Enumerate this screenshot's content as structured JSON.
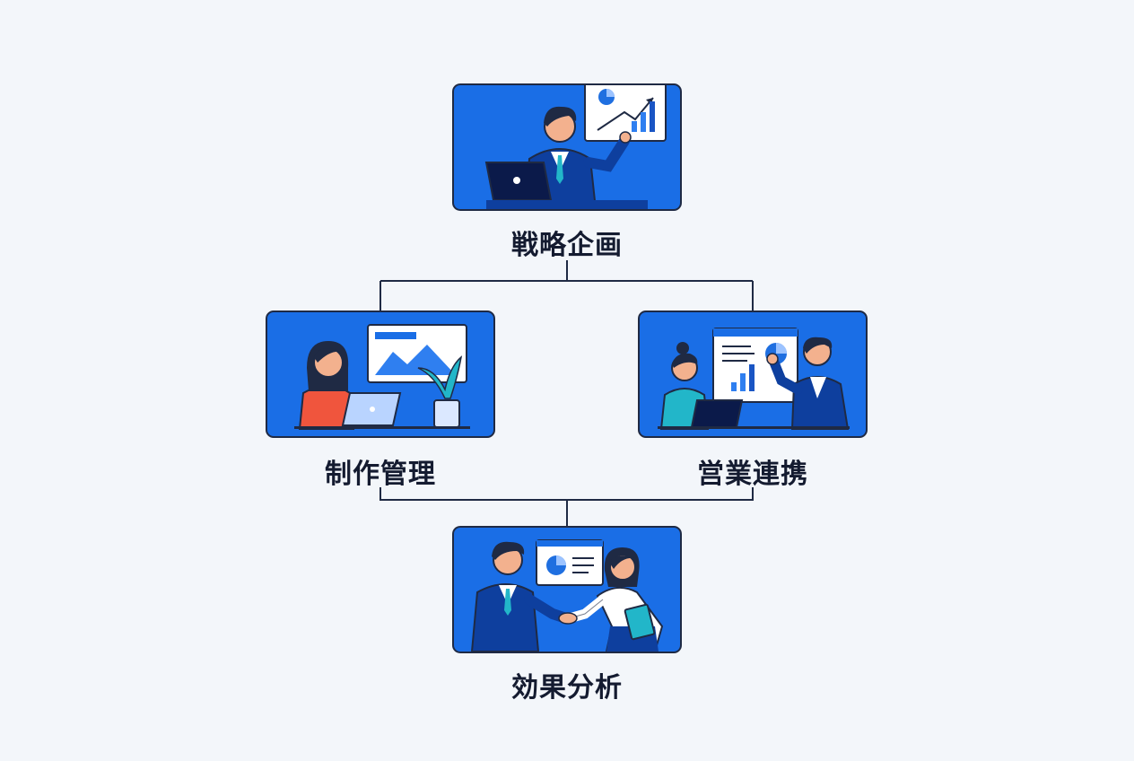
{
  "diagram": {
    "nodes": [
      {
        "id": "strategy",
        "label": "戦略企画"
      },
      {
        "id": "production",
        "label": "制作管理"
      },
      {
        "id": "sales",
        "label": "営業連携"
      },
      {
        "id": "analysis",
        "label": "効果分析"
      }
    ],
    "edges": [
      {
        "from": "strategy",
        "to": "production"
      },
      {
        "from": "strategy",
        "to": "sales"
      },
      {
        "from": "production",
        "to": "analysis"
      },
      {
        "from": "sales",
        "to": "analysis"
      }
    ]
  },
  "colors": {
    "background": "#f3f6fa",
    "card": "#1a6ee6",
    "card_dark": "#0e3f9e",
    "outline": "#1f2a44",
    "label": "#141b30"
  },
  "icons": [
    "presenter-icon",
    "chart-board-icon",
    "laptop-icon",
    "designer-icon",
    "plant-icon",
    "team-meeting-icon",
    "handshake-icon"
  ]
}
